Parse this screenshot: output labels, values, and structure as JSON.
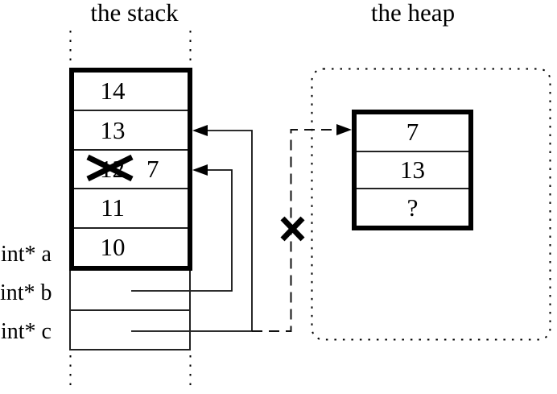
{
  "diagram": {
    "titles": {
      "stack": "the stack",
      "heap": "the heap"
    },
    "stack": {
      "frame_cells": [
        {
          "value": "14"
        },
        {
          "value": "13"
        },
        {
          "old_value": "12",
          "new_value": "7",
          "crossed_out": true
        },
        {
          "value": "11"
        },
        {
          "value": "10"
        }
      ],
      "pointer_vars": [
        {
          "label": "int* a"
        },
        {
          "label": "int* b"
        },
        {
          "label": "int* c"
        }
      ]
    },
    "heap": {
      "block_cells": [
        {
          "value": "7"
        },
        {
          "value": "13"
        },
        {
          "value": "?"
        }
      ]
    },
    "pointers": [
      {
        "from": "int* b",
        "to": "stack-cell-12-7",
        "style": "solid-arrow"
      },
      {
        "from": "int* c",
        "to": "stack-cell-13",
        "style": "solid-arrow"
      },
      {
        "from": "int* c",
        "to": "heap-cell-7",
        "style": "dashed-arrow",
        "crossed_out": true
      }
    ],
    "colors": {
      "ink": "#000000",
      "background": "#ffffff"
    }
  }
}
